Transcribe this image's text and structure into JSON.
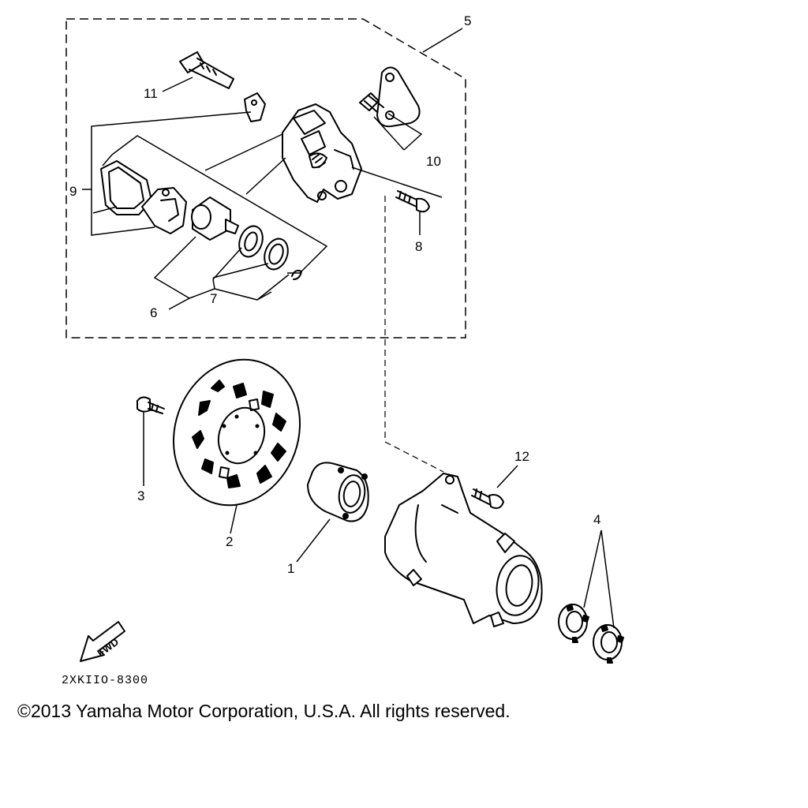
{
  "callouts": {
    "c1": "1",
    "c2": "2",
    "c3": "3",
    "c4": "4",
    "c5": "5",
    "c6": "6",
    "c7": "7",
    "c8": "8",
    "c9": "9",
    "c10": "10",
    "c11": "11",
    "c12": "12"
  },
  "fwd_label": "FWD",
  "diagram_code": "2XKIIO-8300",
  "copyright": "©2013 Yamaha Motor Corporation, U.S.A. All rights reserved."
}
